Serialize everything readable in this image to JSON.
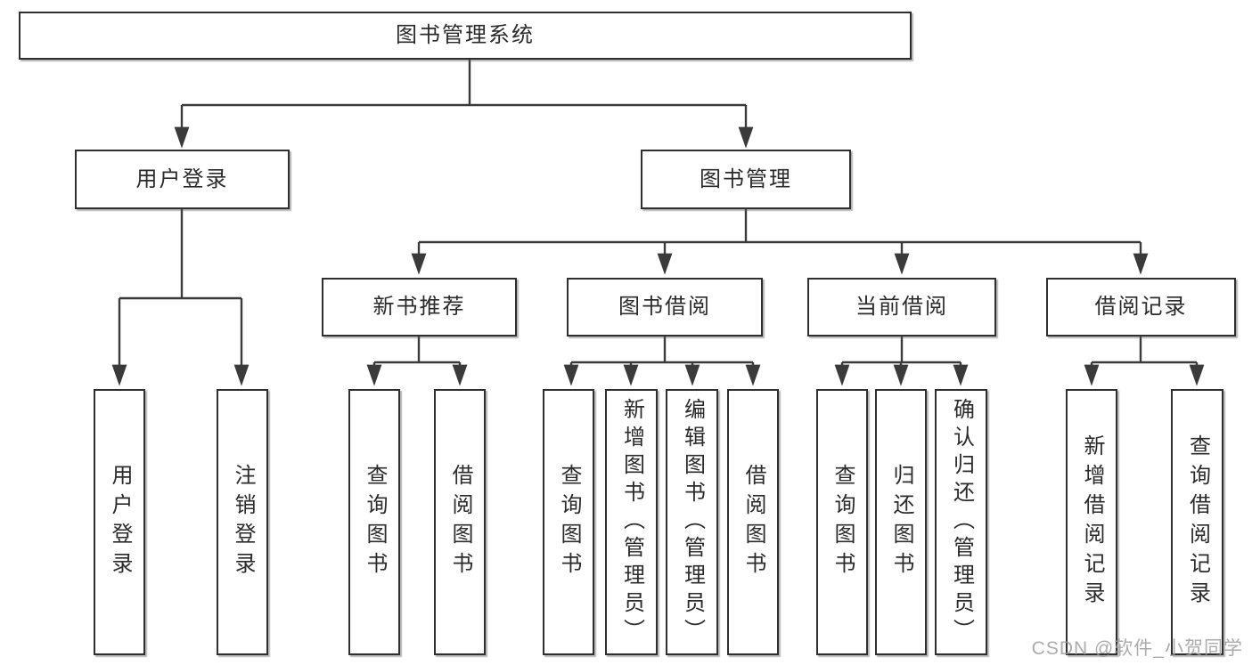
{
  "diagram_title": "图书管理系统",
  "tree": {
    "root": {
      "label": "图书管理系统",
      "children": [
        {
          "label": "用户登录",
          "children": [
            {
              "label": "用户登录"
            },
            {
              "label": "注销登录"
            }
          ]
        },
        {
          "label": "图书管理",
          "children": [
            {
              "label": "新书推荐",
              "children": [
                {
                  "label": "查询图书"
                },
                {
                  "label": "借阅图书"
                }
              ]
            },
            {
              "label": "图书借阅",
              "children": [
                {
                  "label": "查询图书"
                },
                {
                  "label": "新增图书（管理员）"
                },
                {
                  "label": "编辑图书（管理员）"
                },
                {
                  "label": "借阅图书"
                }
              ]
            },
            {
              "label": "当前借阅",
              "children": [
                {
                  "label": "查询图书"
                },
                {
                  "label": "归还图书"
                },
                {
                  "label": "确认归还（管理员）"
                }
              ]
            },
            {
              "label": "借阅记录",
              "children": [
                {
                  "label": "新增借阅记录"
                },
                {
                  "label": "查询借阅记录"
                }
              ]
            }
          ]
        }
      ]
    }
  },
  "watermark": "CSDN @软件_小贺同学",
  "colors": {
    "line": "#3a3a3a",
    "box_border": "#2f2f2f",
    "text": "#2b2b2b",
    "watermark": "#9e9e9e",
    "background": "#ffffff"
  }
}
